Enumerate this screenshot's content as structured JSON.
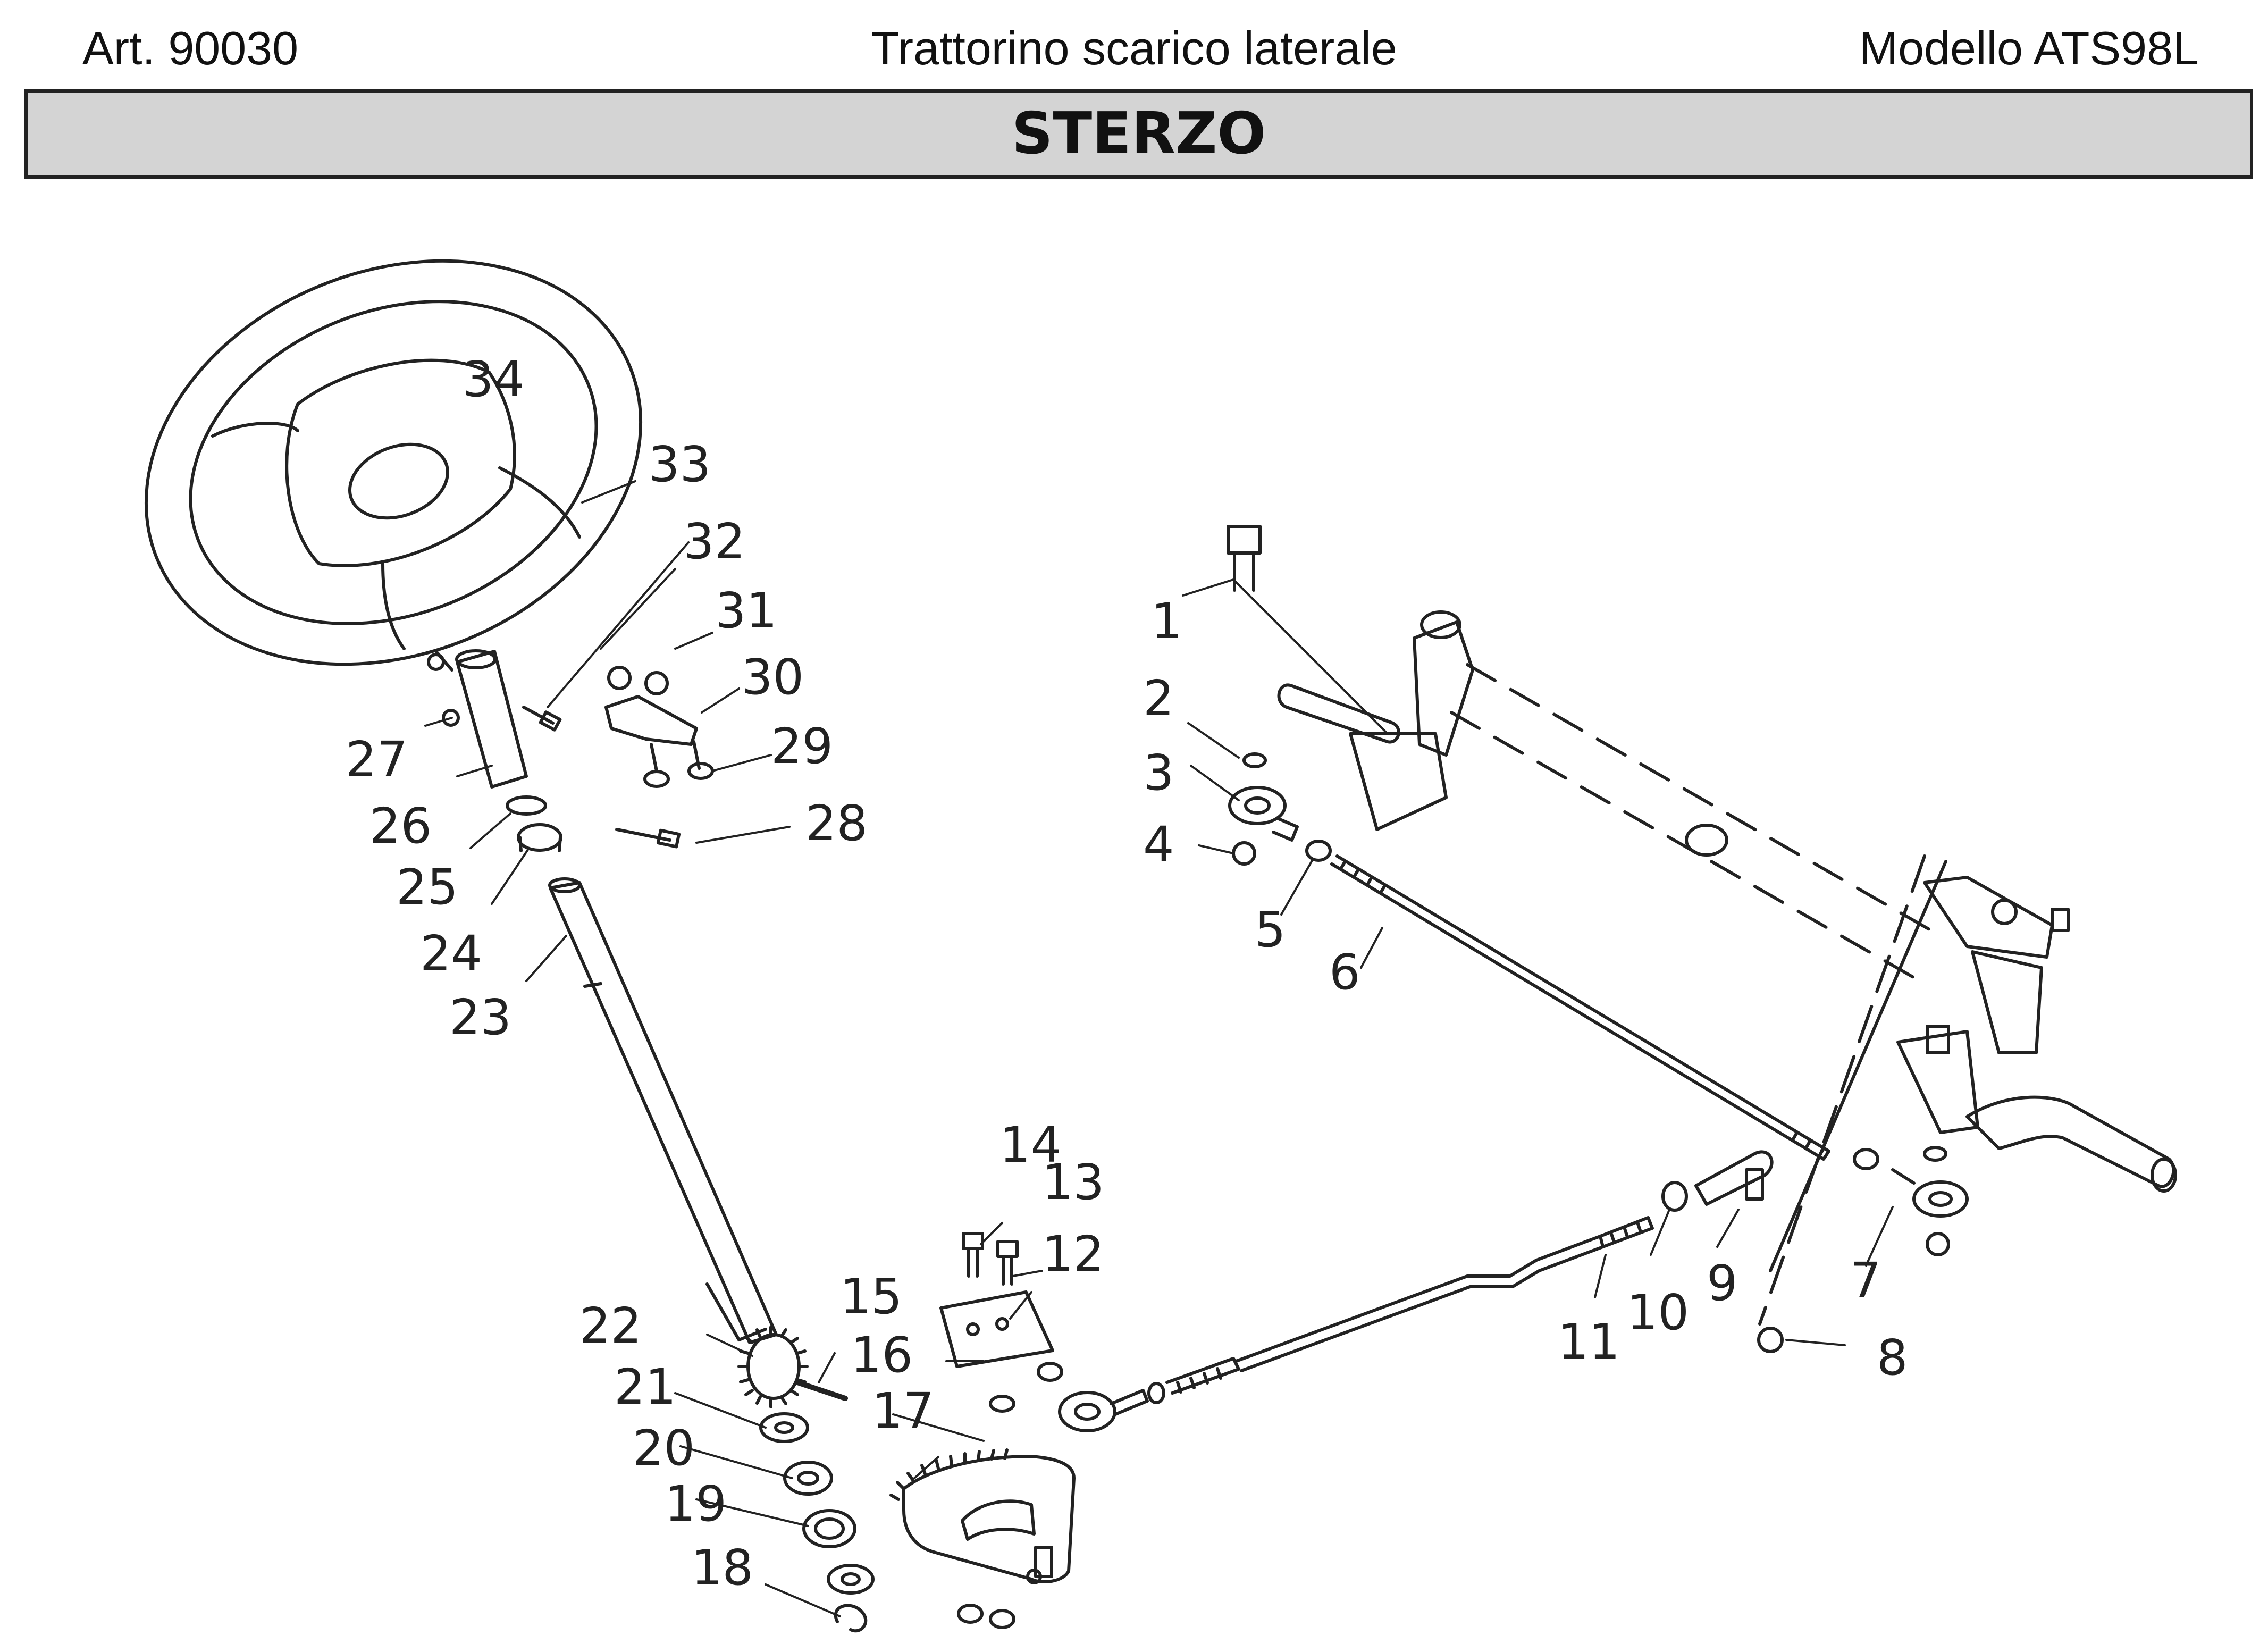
{
  "header": {
    "article": "Art. 90030",
    "product": "Trattorino scarico laterale",
    "model": "Modello ATS98L"
  },
  "section_title": "STERZO",
  "callouts": [
    "1",
    "2",
    "3",
    "4",
    "5",
    "6",
    "7",
    "8",
    "9",
    "10",
    "11",
    "12",
    "13",
    "14",
    "15",
    "16",
    "17",
    "18",
    "19",
    "20",
    "21",
    "22",
    "23",
    "24",
    "25",
    "26",
    "27",
    "28",
    "29",
    "30",
    "31",
    "32",
    "33",
    "34"
  ],
  "colors": {
    "line": "#222222",
    "bar": "#d4d4d4",
    "background": "#ffffff"
  }
}
